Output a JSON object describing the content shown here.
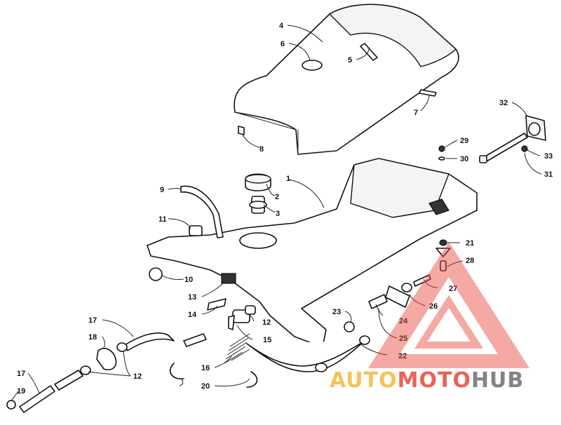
{
  "callouts": [
    {
      "id": "1",
      "label": "1"
    },
    {
      "id": "2",
      "label": "2"
    },
    {
      "id": "3",
      "label": "3"
    },
    {
      "id": "4",
      "label": "4"
    },
    {
      "id": "5",
      "label": "5"
    },
    {
      "id": "6",
      "label": "6"
    },
    {
      "id": "7",
      "label": "7"
    },
    {
      "id": "8",
      "label": "8"
    },
    {
      "id": "9",
      "label": "9"
    },
    {
      "id": "10",
      "label": "10"
    },
    {
      "id": "11",
      "label": "11"
    },
    {
      "id": "12a",
      "label": "12"
    },
    {
      "id": "12b",
      "label": "12"
    },
    {
      "id": "13",
      "label": "13"
    },
    {
      "id": "14",
      "label": "14"
    },
    {
      "id": "15",
      "label": "15"
    },
    {
      "id": "16",
      "label": "16"
    },
    {
      "id": "17a",
      "label": "17"
    },
    {
      "id": "17b",
      "label": "17"
    },
    {
      "id": "18",
      "label": "18"
    },
    {
      "id": "19",
      "label": "19"
    },
    {
      "id": "20",
      "label": "20"
    },
    {
      "id": "21",
      "label": "21"
    },
    {
      "id": "22",
      "label": "22"
    },
    {
      "id": "23",
      "label": "23"
    },
    {
      "id": "24",
      "label": "24"
    },
    {
      "id": "25",
      "label": "25"
    },
    {
      "id": "26",
      "label": "26"
    },
    {
      "id": "27",
      "label": "27"
    },
    {
      "id": "28",
      "label": "28"
    },
    {
      "id": "29",
      "label": "29"
    },
    {
      "id": "30",
      "label": "30"
    },
    {
      "id": "31",
      "label": "31"
    },
    {
      "id": "32",
      "label": "32"
    },
    {
      "id": "33",
      "label": "33"
    }
  ],
  "watermark": {
    "part1": "AUTO",
    "part2": "MOTO",
    "part3": "HUB",
    "color_yellow": "#f5b83a",
    "color_red": "#e8473c",
    "color_grey": "#6d6e71"
  }
}
